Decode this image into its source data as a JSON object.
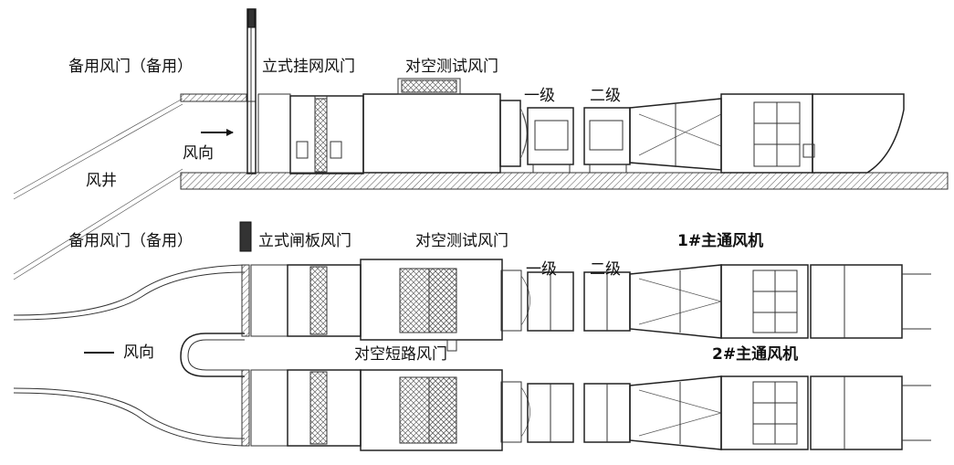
{
  "top_view": {
    "label_backup_door": "备用风门（备用）",
    "label_vertical_net_door": "立式挂网风门",
    "label_reverse_test_door": "对空测试风门",
    "label_stage1": "一级",
    "label_stage2": "二级",
    "label_wind_direction": "风向",
    "label_shaft": "风井"
  },
  "bottom_view": {
    "label_backup_door": "备用风门（备用）",
    "label_vertical_gate_door": "立式闸板风门",
    "label_reverse_test_door": "对空测试风门",
    "label_stage1": "一级",
    "label_stage2": "二级",
    "label_fan1": "1#主通风机",
    "label_wind_direction": "风向",
    "label_short_circuit_door": "对空短路风门",
    "label_fan2": "2#主通风机"
  }
}
